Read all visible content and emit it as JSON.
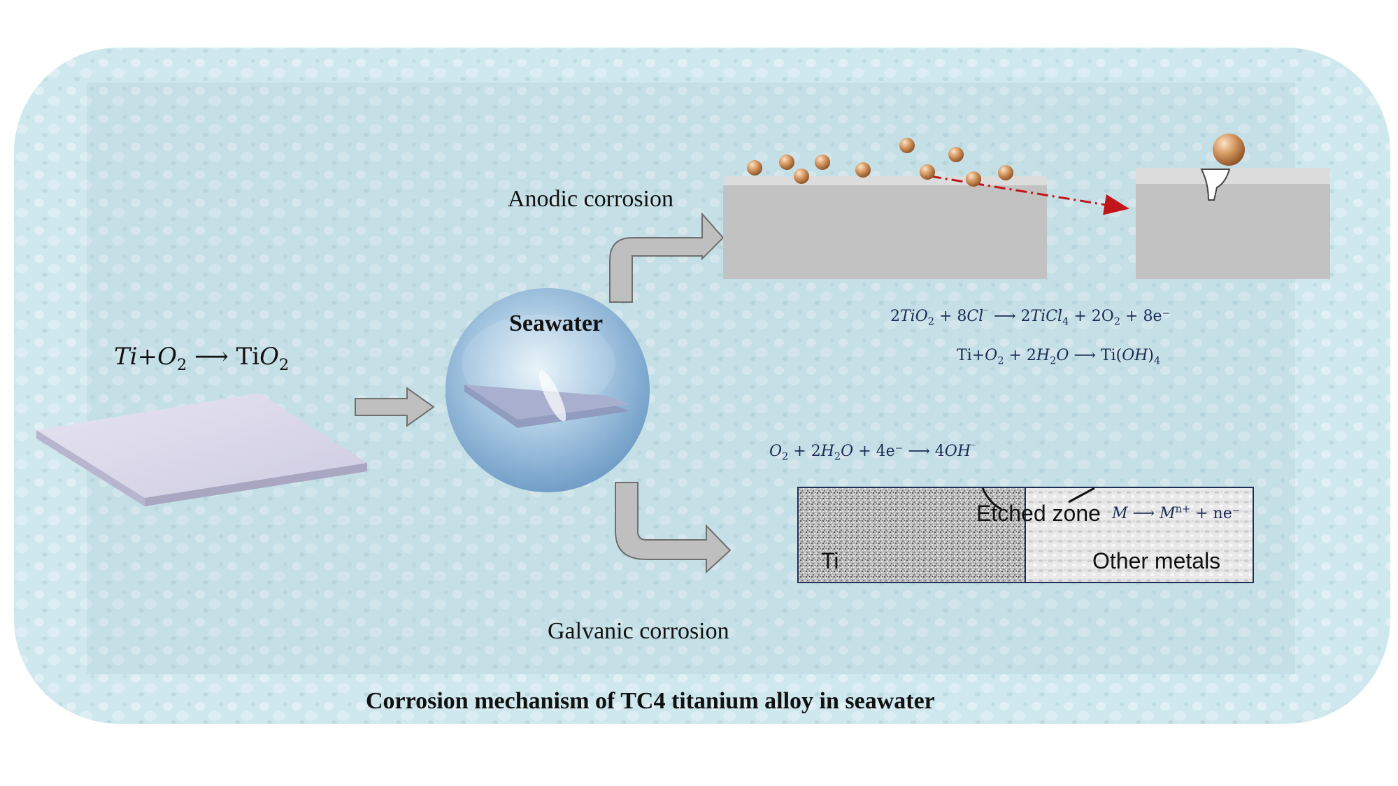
{
  "diagram": {
    "title": "Corrosion mechanism of TC4 titanium alloy in seawater",
    "medium_label": "Seawater",
    "branches": {
      "anodic": "Anodic corrosion",
      "galvanic": "Galvanic corrosion"
    },
    "equations": {
      "oxidation": {
        "a": "Ti",
        "b": "+",
        "c": "O",
        "d": "2",
        "e": " ⟶ Ti",
        "f": "O",
        "g": "2"
      },
      "chloride": {
        "p1": "2",
        "p2": "TiO",
        "p3": "2",
        "p4": " + 8",
        "p5": "Cl",
        "p6": "⁻",
        "p7": " ⟶ 2",
        "p8": "TiCl",
        "p9": "4",
        "p10": " + 2O",
        "p11": "2",
        "p12": " + 8e⁻"
      },
      "hydrolysis": {
        "p1": "Ti+",
        "p2": "O",
        "p3": "2",
        "p4": " + 2",
        "p5": "H",
        "p6": "2",
        "p7": "O",
        "p8": " ⟶ Ti(",
        "p9": "OH",
        "p10": ")",
        "p11": "4"
      },
      "oxygen": {
        "p1": "O",
        "p2": "2",
        "p3": " + 2",
        "p4": "H",
        "p5": "2",
        "p6": "O",
        "p7": " + 4e⁻ ⟶ 4",
        "p8": "OH",
        "p9": "⁻"
      },
      "metal": {
        "p1": "M",
        "p2": " ⟶ ",
        "p3": "M",
        "p4": "n+",
        "p5": " + ne⁻"
      }
    },
    "galvanic_panel": {
      "left_label": "Ti",
      "right_label": "Other metals",
      "zone_label": "Etched zone"
    }
  },
  "colors": {
    "background_frame": "#cfe8ee",
    "inner_panel": "#bcd7de",
    "block": "#c2c2c2",
    "block_top": "#dcdcdc",
    "arrow_fill": "#bfbfbf",
    "arrow_stroke": "#6f6f6f",
    "particle": "#c98a55",
    "dashed_arrow": "#c0161a",
    "panel_border": "#1f2f5a",
    "plate_top": "#d4d2e6",
    "plate_edge": "#b8b5cf"
  },
  "icons": [
    "sphere-icon",
    "plate-icon",
    "particle-icon",
    "arrow-right-icon",
    "bent-arrow-icon"
  ]
}
